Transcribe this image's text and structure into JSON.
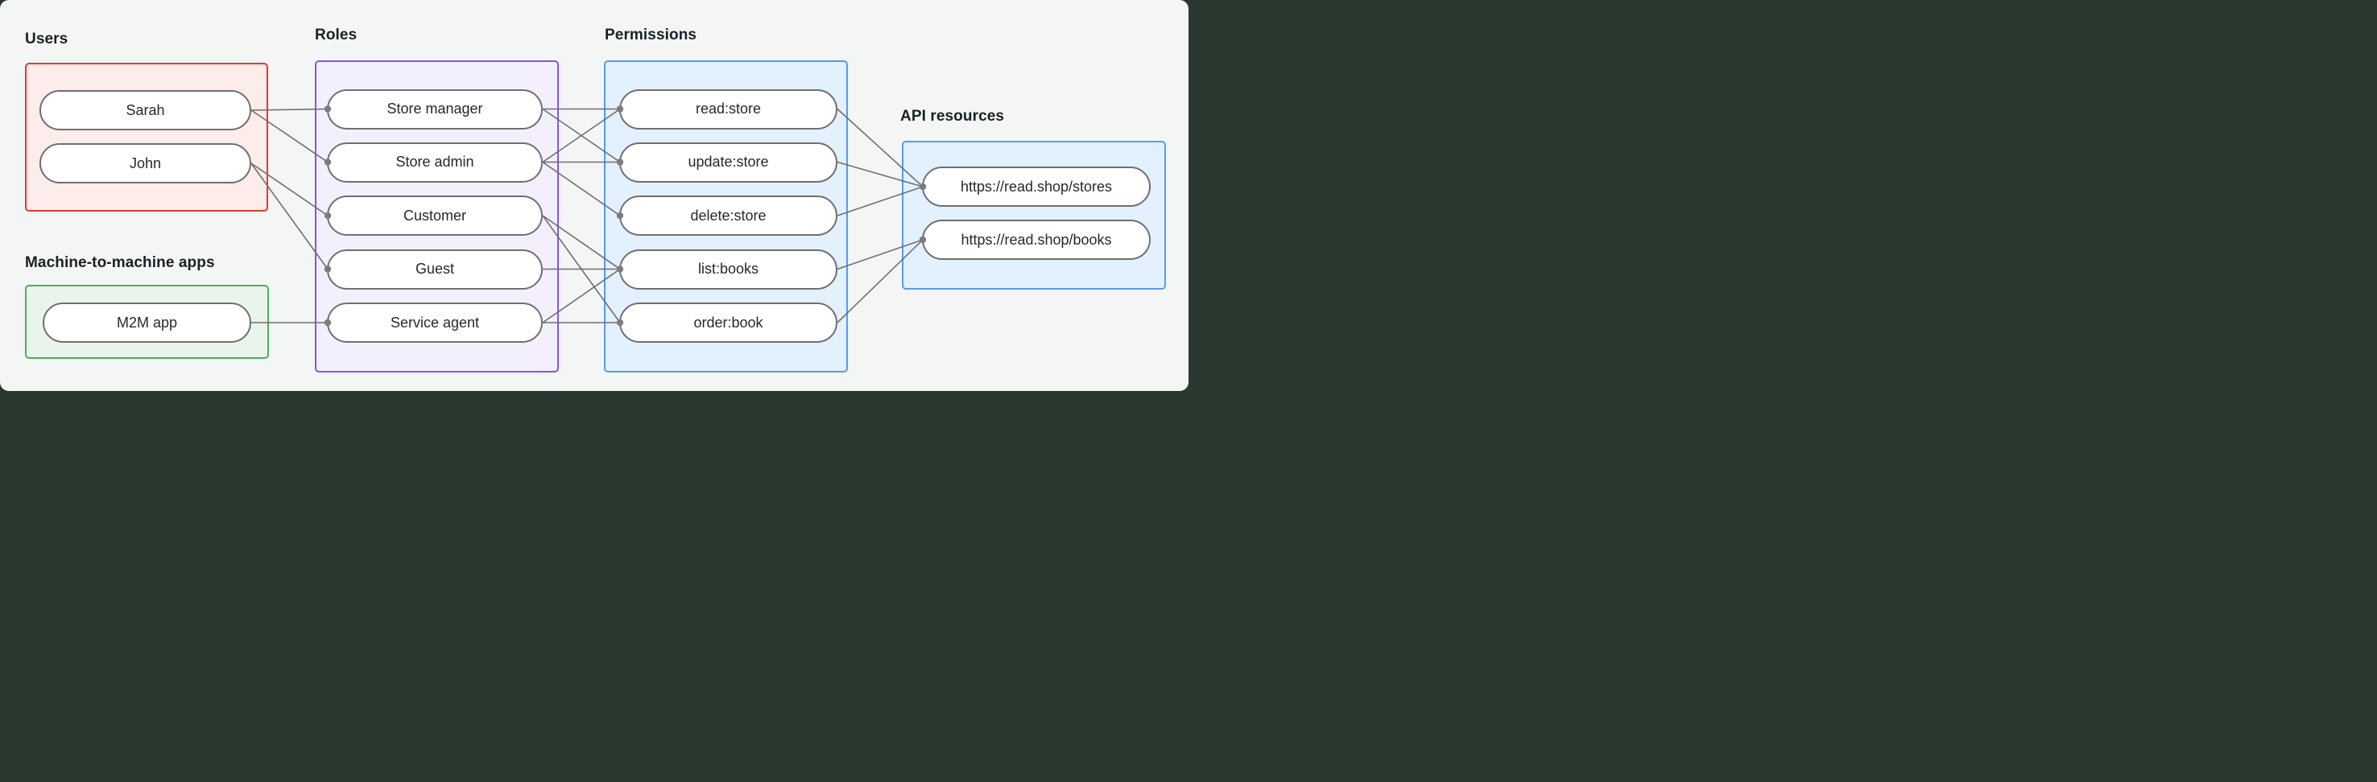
{
  "headings": {
    "users": "Users",
    "machine_apps": "Machine-to-machine apps",
    "roles": "Roles",
    "permissions": "Permissions",
    "api_resources": "API resources"
  },
  "nodes": {
    "users": [
      {
        "id": "sarah",
        "label": "Sarah"
      },
      {
        "id": "john",
        "label": "John"
      }
    ],
    "machine_apps": [
      {
        "id": "m2m-app",
        "label": "M2M app"
      }
    ],
    "roles": [
      {
        "id": "store-manager",
        "label": "Store manager"
      },
      {
        "id": "store-admin",
        "label": "Store admin"
      },
      {
        "id": "customer",
        "label": "Customer"
      },
      {
        "id": "guest",
        "label": "Guest"
      },
      {
        "id": "service-agent",
        "label": "Service agent"
      }
    ],
    "permissions": [
      {
        "id": "read-store",
        "label": "read:store"
      },
      {
        "id": "update-store",
        "label": "update:store"
      },
      {
        "id": "delete-store",
        "label": "delete:store"
      },
      {
        "id": "list-books",
        "label": "list:books"
      },
      {
        "id": "order-book",
        "label": "order:book"
      }
    ],
    "api_resources": [
      {
        "id": "stores-api",
        "label": "https://read.shop/stores"
      },
      {
        "id": "books-api",
        "label": "https://read.shop/books"
      }
    ]
  },
  "edges": [
    {
      "from": "sarah",
      "to": "store-manager"
    },
    {
      "from": "sarah",
      "to": "store-admin"
    },
    {
      "from": "john",
      "to": "customer"
    },
    {
      "from": "john",
      "to": "guest"
    },
    {
      "from": "m2m-app",
      "to": "service-agent"
    },
    {
      "from": "store-manager",
      "to": "read-store"
    },
    {
      "from": "store-manager",
      "to": "update-store"
    },
    {
      "from": "store-admin",
      "to": "read-store"
    },
    {
      "from": "store-admin",
      "to": "update-store"
    },
    {
      "from": "store-admin",
      "to": "delete-store"
    },
    {
      "from": "customer",
      "to": "list-books"
    },
    {
      "from": "customer",
      "to": "order-book"
    },
    {
      "from": "guest",
      "to": "list-books"
    },
    {
      "from": "service-agent",
      "to": "list-books"
    },
    {
      "from": "service-agent",
      "to": "order-book"
    },
    {
      "from": "read-store",
      "to": "stores-api"
    },
    {
      "from": "update-store",
      "to": "stores-api"
    },
    {
      "from": "delete-store",
      "to": "stores-api"
    },
    {
      "from": "list-books",
      "to": "books-api"
    },
    {
      "from": "order-book",
      "to": "books-api"
    }
  ],
  "colors": {
    "backdrop": "#2b3830",
    "canvas_bg": "#f4f6f5",
    "users_border": "#df3b30",
    "users_fill": "#fcecea",
    "m2m_border": "#53aa5e",
    "m2m_fill": "#e9f5ec",
    "roles_border": "#7a58f0",
    "roles_fill": "#f4effd",
    "permissions_border": "#559bf4",
    "permissions_fill": "#e3f0fd",
    "api_border": "#559bf4",
    "api_fill": "#e3f0fd",
    "node_border": "#6f6f6f",
    "edge_line": "#6f6f6f",
    "edge_dot": "#7d7d7d",
    "heading_text": "#1b2126",
    "node_text": "#24292e"
  }
}
